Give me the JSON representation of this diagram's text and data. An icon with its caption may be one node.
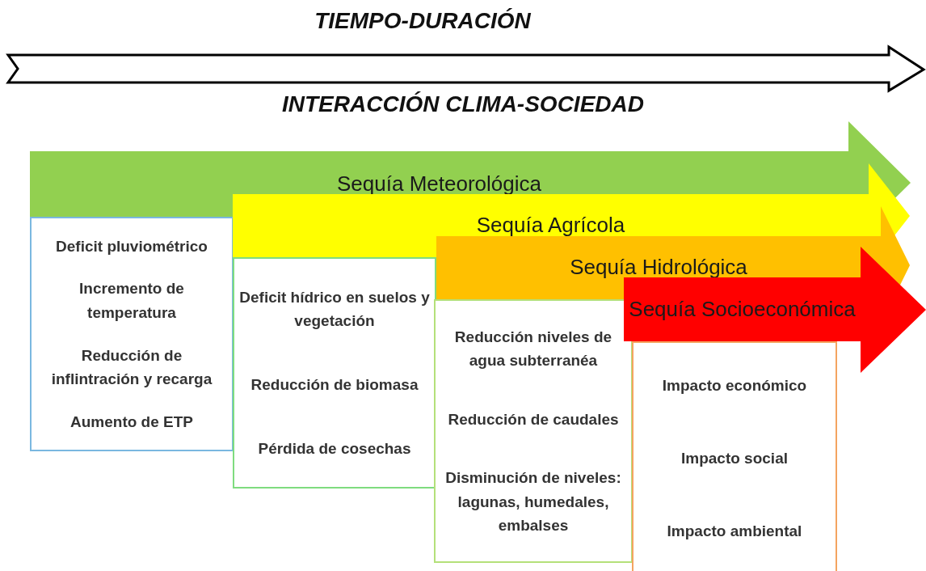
{
  "diagram": {
    "title": "TIEMPO-DURACIÓN",
    "nodes": [
      {
        "text": [
          "Sequía Meteorológica"
        ]
      },
      {
        "text": [
          "Deficit pluviométrico",
          "Incremento de temperatura",
          "Reducción de inflintración y recarga",
          "Aumento de ETP"
        ]
      },
      {
        "text": [
          "Sequía Agrícola"
        ]
      },
      {
        "text": [
          "Deficit hídrico en suelos y vegetación",
          "Reducción de biomasa",
          "Pérdida de cosechas"
        ]
      },
      {
        "text": [
          "Sequía Hidrológica"
        ]
      },
      {
        "text": [
          "Reducción niveles de agua subterranéa",
          "Reducción de caudales",
          "Disminución de niveles: lagunas, humedales, embalses"
        ]
      },
      {
        "text": [
          "Sequía Socioeconómica"
        ]
      },
      {
        "text": [
          "Impacto económico",
          "Impacto social",
          "Impacto ambiental"
        ]
      }
    ],
    "labels": [
      "INTERACCIÓN CLIMA-SOCIEDAD"
    ]
  }
}
